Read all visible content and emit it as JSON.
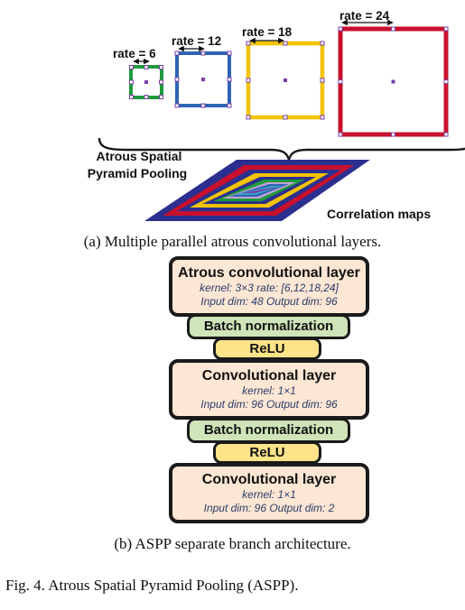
{
  "diagram_a": {
    "rates": [
      {
        "label": "rate = 6",
        "color": "#1e9a3c"
      },
      {
        "label": "rate = 12",
        "color": "#2f63b3"
      },
      {
        "label": "rate = 18",
        "color": "#f2c300"
      },
      {
        "label": "rate = 24",
        "color": "#c8102e"
      }
    ],
    "brace_label_line1": "Atrous Spatial",
    "brace_label_line2": "Pyramid Pooling",
    "maps_label": "Correlation maps",
    "marker_color": "#7a3ea8"
  },
  "caption_a": "(a) Multiple parallel atrous convolutional layers.",
  "blocks": {
    "atrous": {
      "title": "Atrous convolutional layer",
      "line1": "kernel: 3×3   rate: [6,12,18,24]",
      "line2": "Input dim: 48 Output dim: 96"
    },
    "bn1": "Batch normalization",
    "relu1": "ReLU",
    "conv1": {
      "title": "Convolutional layer",
      "line1": "kernel: 1×1",
      "line2": "Input dim: 96 Output dim: 96"
    },
    "bn2": "Batch normalization",
    "relu2": "ReLU",
    "conv2": {
      "title": "Convolutional layer",
      "line1": "kernel: 1×1",
      "line2": "Input dim: 96 Output dim: 2"
    }
  },
  "caption_b": "(b) ASPP separate branch architecture.",
  "figure_caption": "Fig. 4.  Atrous Spatial Pyramid Pooling (ASPP)."
}
